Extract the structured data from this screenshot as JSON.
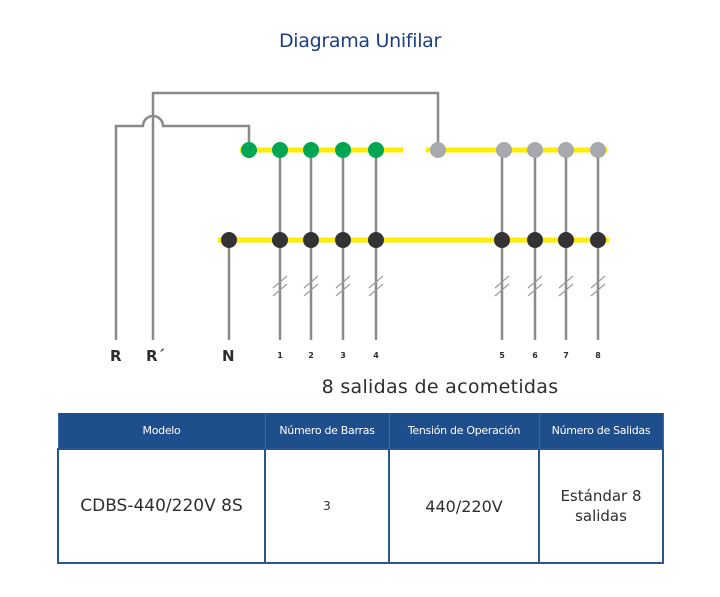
{
  "title": "Diagrama Unifilar",
  "subtitle": "8 salidas de acometidas",
  "colors": {
    "title": "#1c3f84",
    "bus_bar": "#ffed00",
    "wire": "#8a8a8a",
    "node_phase_r": "#00a651",
    "node_phase_r_prime": "#a7a9ac",
    "node_neutral": "#333333",
    "table_header_bg": "#1f4e8c",
    "table_border": "#2a5694"
  },
  "diagram": {
    "terminal_labels": [
      "R",
      "R´",
      "N"
    ],
    "output_labels": [
      "1",
      "2",
      "3",
      "4",
      "5",
      "6",
      "7",
      "8"
    ],
    "buses": [
      {
        "name": "R",
        "color_key": "node_phase_r",
        "outputs": [
          "1",
          "2",
          "3",
          "4"
        ]
      },
      {
        "name": "R´",
        "color_key": "node_phase_r_prime",
        "outputs": [
          "5",
          "6",
          "7",
          "8"
        ]
      },
      {
        "name": "N",
        "color_key": "node_neutral",
        "outputs": [
          "1",
          "2",
          "3",
          "4",
          "5",
          "6",
          "7",
          "8"
        ]
      }
    ]
  },
  "table": {
    "headers": [
      "Modelo",
      "Número de Barras",
      "Tensión de Operación",
      "Número de Salidas"
    ],
    "rows": [
      {
        "model": "CDBS-440/220V 8S",
        "bars": "3",
        "tension": "440/220V",
        "outputs_line1": "Estándar 8",
        "outputs_line2": "salidas"
      }
    ]
  }
}
